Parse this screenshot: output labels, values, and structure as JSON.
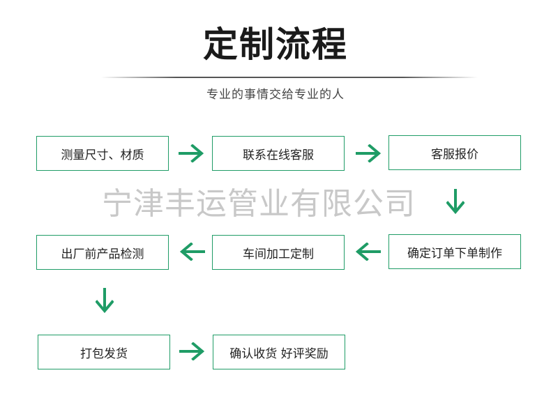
{
  "header": {
    "title": "定制流程",
    "subtitle": "专业的事情交给专业的人"
  },
  "watermark": "宁津丰运管业有限公司",
  "steps": [
    "测量尺寸、材质",
    "联系在线客服",
    "客服报价",
    "确定订单下单制作",
    "车间加工定制",
    "出厂前产品检测",
    "打包发货",
    "确认收货 好评奖励"
  ],
  "colors": {
    "accent": "#1f9c66",
    "title": "#1a1a1a",
    "watermark": "#c8c8c8"
  },
  "icons": [
    "arrow-right-icon",
    "arrow-left-icon",
    "arrow-down-icon"
  ]
}
